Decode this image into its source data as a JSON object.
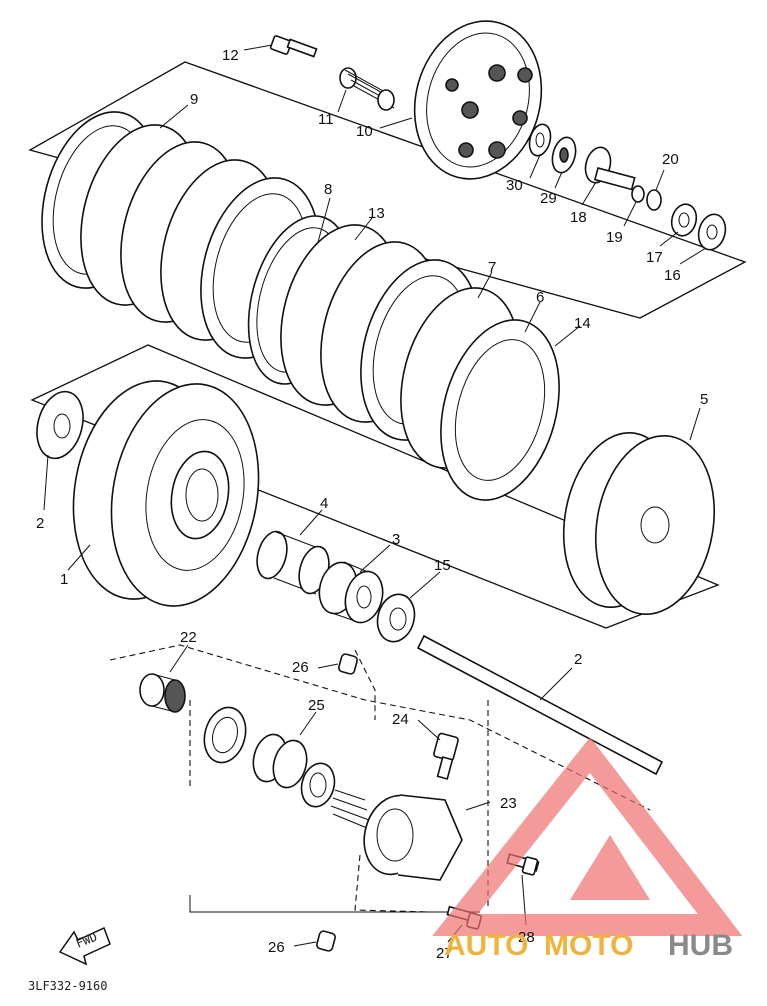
{
  "diagram": {
    "drawing_code": "3LF332-9160",
    "direction_label": "FWD",
    "callouts": [
      {
        "id": "c1",
        "label": "1"
      },
      {
        "id": "c2a",
        "label": "2"
      },
      {
        "id": "c2b",
        "label": "2"
      },
      {
        "id": "c3",
        "label": "3"
      },
      {
        "id": "c4",
        "label": "4"
      },
      {
        "id": "c5",
        "label": "5"
      },
      {
        "id": "c6",
        "label": "6"
      },
      {
        "id": "c7",
        "label": "7"
      },
      {
        "id": "c8",
        "label": "8"
      },
      {
        "id": "c9",
        "label": "9"
      },
      {
        "id": "c10",
        "label": "10"
      },
      {
        "id": "c11",
        "label": "11"
      },
      {
        "id": "c12",
        "label": "12"
      },
      {
        "id": "c13",
        "label": "13"
      },
      {
        "id": "c14",
        "label": "14"
      },
      {
        "id": "c15",
        "label": "15"
      },
      {
        "id": "c16",
        "label": "16"
      },
      {
        "id": "c17",
        "label": "17"
      },
      {
        "id": "c18",
        "label": "18"
      },
      {
        "id": "c19",
        "label": "19"
      },
      {
        "id": "c20",
        "label": "20"
      },
      {
        "id": "c22",
        "label": "22"
      },
      {
        "id": "c23",
        "label": "23"
      },
      {
        "id": "c24",
        "label": "24"
      },
      {
        "id": "c25",
        "label": "25"
      },
      {
        "id": "c26a",
        "label": "26"
      },
      {
        "id": "c26b",
        "label": "26"
      },
      {
        "id": "c27",
        "label": "27"
      },
      {
        "id": "c28",
        "label": "28"
      },
      {
        "id": "c29",
        "label": "29"
      },
      {
        "id": "c30",
        "label": "30"
      }
    ]
  },
  "watermark": {
    "brand_part1": "AUTO",
    "brand_part2": "MOTO",
    "brand_part3": "HUB",
    "colors": {
      "accent": "#f07070",
      "gold": "#f2b33d",
      "gray": "#8a8a8a"
    }
  }
}
